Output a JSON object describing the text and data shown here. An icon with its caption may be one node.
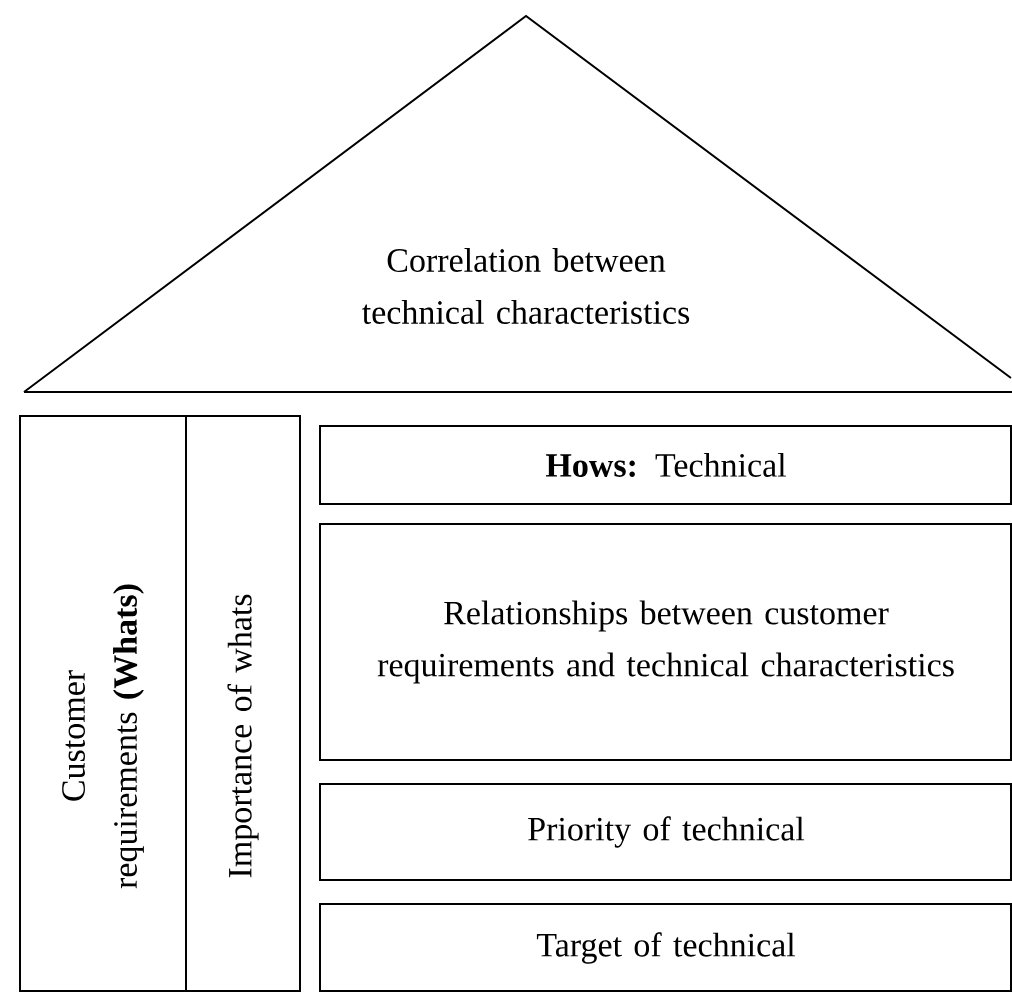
{
  "diagram": {
    "nodes": [
      {
        "text": [
          "Correlation between technical characteristics"
        ]
      },
      {
        "text": [
          "Customer requirements **(Whats)**"
        ]
      },
      {
        "text": [
          "Importance of whats"
        ]
      },
      {
        "text": [
          "**Hows:** Technical"
        ]
      },
      {
        "text": [
          "Relationships between customer requirements and technical characteristics"
        ]
      },
      {
        "text": [
          "Priority of technical"
        ]
      },
      {
        "text": [
          "Target of technical"
        ]
      }
    ]
  }
}
